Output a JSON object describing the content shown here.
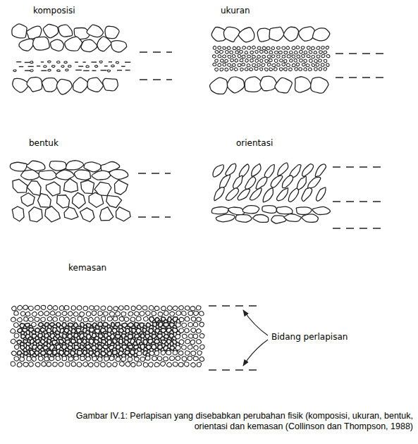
{
  "diagram": {
    "caption": "Gambar IV.1: Perlapisan yang disebabkan perubahan fisik (komposisi, ukuran, bentuk, orientasi dan kemasan (Collinson dan Thompson, 1988)",
    "labels": [
      "komposisi",
      "ukuran",
      "bentuk",
      "orientasi",
      "kemasan",
      "Bidang perlapisan"
    ]
  }
}
